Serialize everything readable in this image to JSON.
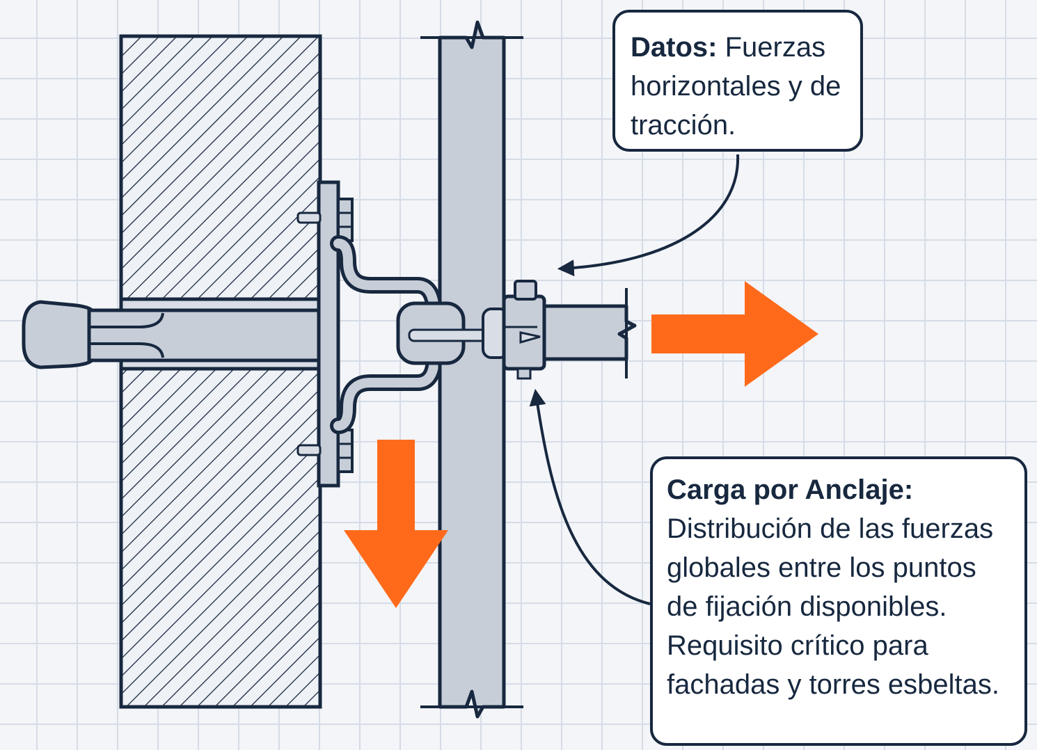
{
  "callouts": {
    "datos": {
      "title": "Datos:",
      "body": "Fuerzas horizontales y de tracción."
    },
    "carga": {
      "title": "Carga por Anclaje:",
      "body": "Distribución de las fuerzas globales entre los puntos de fijación disponibles. Requisito crítico para fachadas y torres esbeltas."
    }
  },
  "forces": [
    {
      "direction": "horizontal-right"
    },
    {
      "direction": "vertical-down"
    }
  ],
  "colors": {
    "outline": "#17283f",
    "steel": "#c7ced8",
    "steel_light": "#d9dee6",
    "background": "#f3f5f8",
    "grid": "#d6dce6",
    "force_arrow": "#ff6a1a",
    "callout_fill": "#ffffff"
  }
}
